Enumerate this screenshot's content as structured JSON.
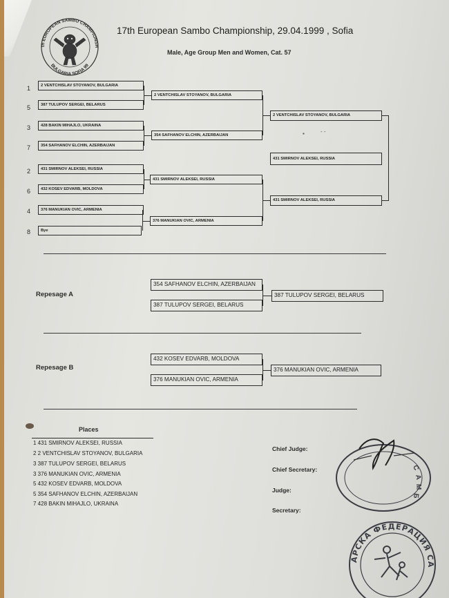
{
  "header": {
    "title": "17th European Sambo Championship, 29.04.1999 , Sofia",
    "subtitle": "Male, Age Group Men and Women, Cat.   57"
  },
  "bracket": {
    "seeds": [
      "1",
      "5",
      "3",
      "7",
      "2",
      "6",
      "4",
      "8"
    ],
    "round1": [
      "2 VENTCHISLAV STOYANOV, BULGARIA",
      "387 TULUPOV SERGEI, BELARUS",
      "428 BAKIN MIHAJLO, UKRAINA",
      "354 SAFHANOV ELCHIN, AZERBAIJAN",
      "431 SMIRNOV ALEKSEI, RUSSIA",
      "432 KOSEV EDVARB, MOLDOVA",
      "376 MANUKIAN OVIC, ARMENIA",
      "Bye"
    ],
    "round2": [
      "2 VENTCHISLAV STOYANOV, BULGARIA",
      "354 SAFHANOV ELCHIN, AZERBAIJAN",
      "431 SMIRNOV ALEKSEI, RUSSIA",
      "376 MANUKIAN OVIC, ARMENIA"
    ],
    "round3": [
      "2 VENTCHISLAV STOYANOV, BULGARIA",
      "431 SMIRNOV ALEKSEI, RUSSIA"
    ],
    "final": "431 SMIRNOV ALEKSEI, RUSSIA"
  },
  "repesage_a": {
    "label": "Repesage A",
    "entries": [
      "354 SAFHANOV ELCHIN, AZERBAIJAN",
      "387 TULUPOV SERGEI, BELARUS"
    ],
    "winner": "387 TULUPOV SERGEI, BELARUS"
  },
  "repesage_b": {
    "label": "Repesage B",
    "entries": [
      "432 KOSEV EDVARB, MOLDOVA",
      "376 MANUKIAN OVIC, ARMENIA"
    ],
    "winner": "376 MANUKIAN OVIC, ARMENIA"
  },
  "places": {
    "title": "Places",
    "rows": [
      "1 431 SMIRNOV ALEKSEI, RUSSIA",
      "2 2 VENTCHISLAV STOYANOV, BULGARIA",
      "3 387 TULUPOV SERGEI, BELARUS",
      "3 376 MANUKIAN OVIC, ARMENIA",
      "5 432 KOSEV EDVARB, MOLDOVA",
      "5 354 SAFHANOV ELCHIN, AZERBAIJAN",
      "7 428 BAKIN MIHAJLO, UKRAINA"
    ]
  },
  "officials": {
    "chief_judge": "Chief Judge:",
    "chief_secretary": "Chief Secretary:",
    "judge": "Judge:",
    "secretary": "Secretary:"
  },
  "logo": {
    "text_top": "17th EUROPEAN SAMBO CHAMPIONSHIP",
    "text_bottom": "BULGARIA SOFIA 99"
  },
  "stamp": {
    "text": "БЪЛГАРСКА ФЕДЕРАЦИЯ САМБО"
  }
}
